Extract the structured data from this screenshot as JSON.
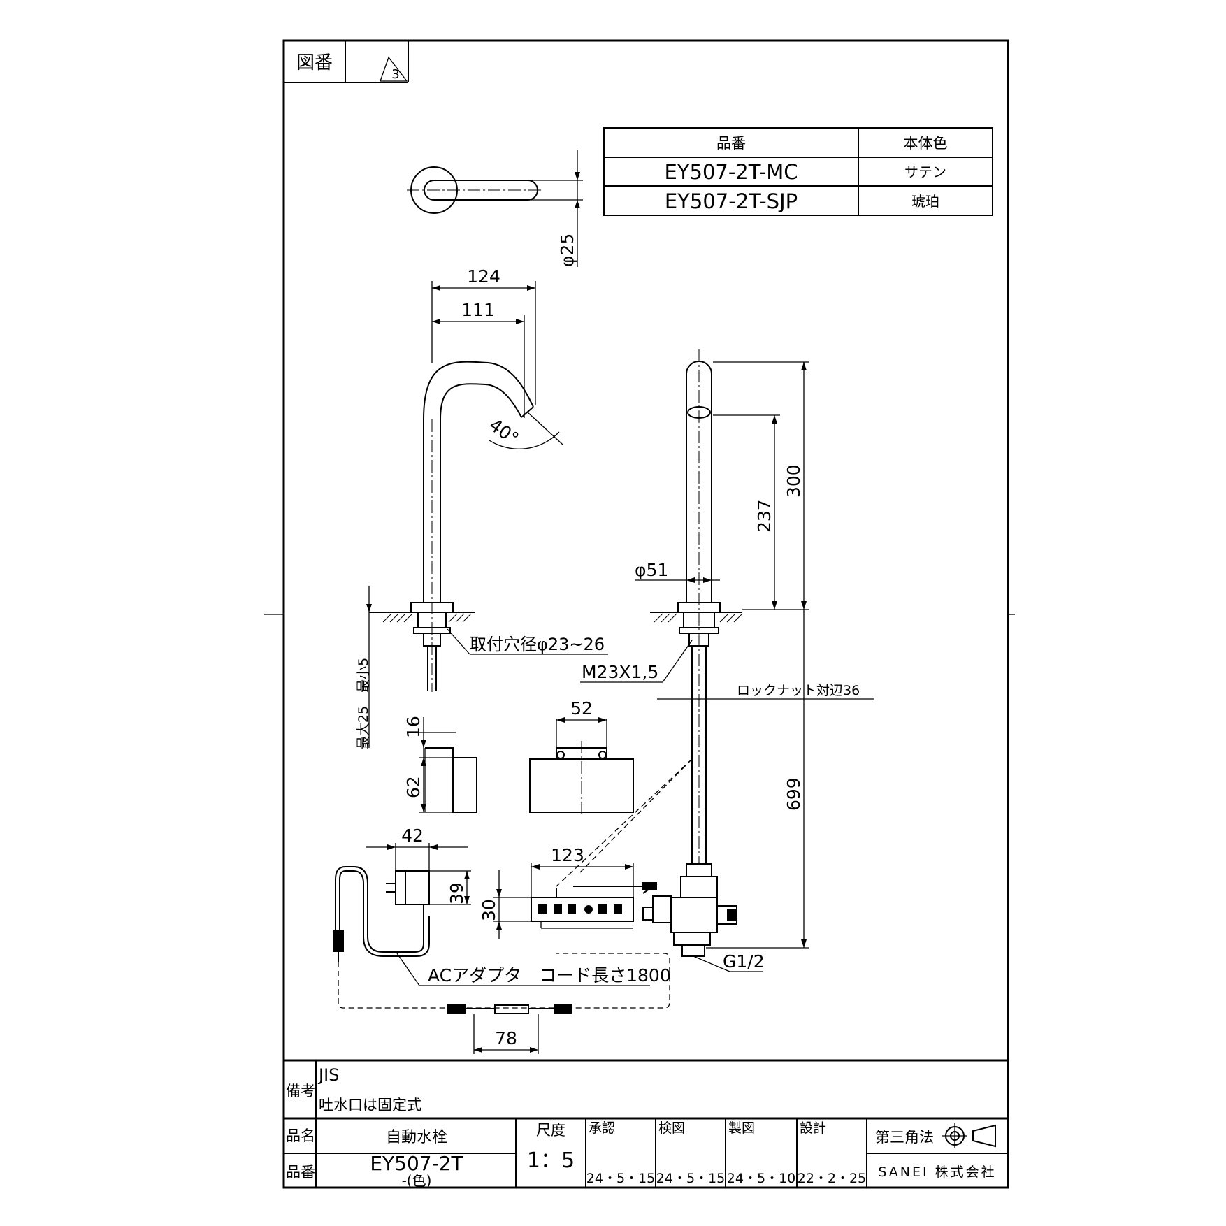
{
  "drawing_no": {
    "label": "図番",
    "value": "3"
  },
  "color_table": {
    "headers": [
      "品番",
      "本体色"
    ],
    "rows": [
      {
        "part": "EY507-2T-MC",
        "color": "サテン"
      },
      {
        "part": "EY507-2T-SJP",
        "color": "琥珀"
      }
    ]
  },
  "dimensions": {
    "top_dia": "φ25",
    "reach_outer": "124",
    "reach_inner": "111",
    "angle": "40°",
    "height_total": "300",
    "height_sensor": "237",
    "base_dia": "φ51",
    "hole": "取付穴径φ23~26",
    "thread": "M23X1,5",
    "locknut": "ロックナット対辺36",
    "thickness": "最大25　最小5",
    "below": "699",
    "bracket_w": "52",
    "bracket_h1": "16",
    "bracket_h2": "62",
    "adapter_w": "42",
    "adapter_h": "39",
    "ctrl_w": "123",
    "ctrl_h": "30",
    "adapter_note": "ACアダプタ　コード長さ1800",
    "connector": "G1/2",
    "cable": "78"
  },
  "remarks": {
    "label": "備考",
    "line1": "JIS",
    "line2": "吐水口は固定式"
  },
  "title_block": {
    "name_label": "品名",
    "name": "自動水栓",
    "no_label": "品番",
    "no": "EY507-2T",
    "no_sub": "-(色)",
    "scale_label": "尺度",
    "scale": "1：5",
    "approve_label": "承認",
    "approve_date": "24・5・15",
    "check_label": "検図",
    "check_date": "24・5・15",
    "draw_label": "製図",
    "draw_date": "24・5・10",
    "design_label": "設計",
    "design_date": "22・2・25",
    "projection": "第三角法",
    "company": "SANEI 株式会社"
  }
}
